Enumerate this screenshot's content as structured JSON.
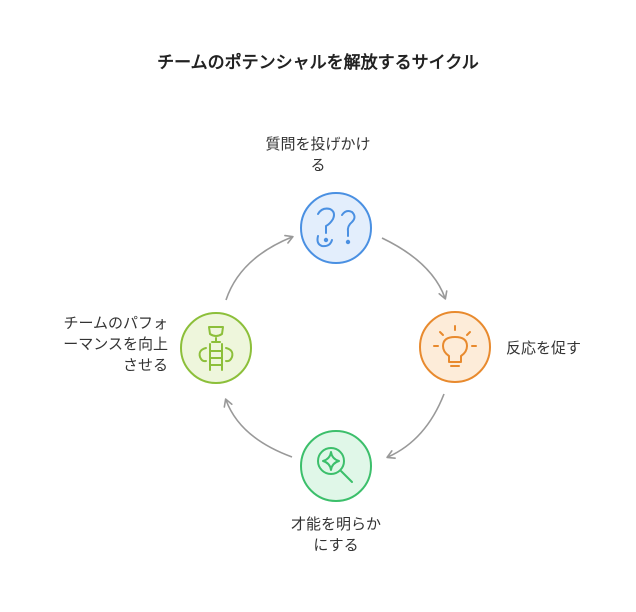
{
  "title": "チームのポテンシャルを解放するサイクル",
  "steps": [
    {
      "label_line1": "質問を投げかけ",
      "label_line2": "る",
      "icon": "question-icon",
      "color": "#4a90e2",
      "fill": "#e3eefc"
    },
    {
      "label_line1": "反応を促す",
      "icon": "lightbulb-icon",
      "color": "#e88a2e",
      "fill": "#fdecd9"
    },
    {
      "label_line1": "才能を明らか",
      "label_line2": "にする",
      "icon": "sparkle-search-icon",
      "color": "#3cbf6b",
      "fill": "#e0f7e8"
    },
    {
      "label_line1": "チームのパフォ",
      "label_line2": "ーマンスを向上",
      "label_line3": "させる",
      "icon": "trophy-ladder-icon",
      "color": "#8cbf3a",
      "fill": "#eef6dc"
    }
  ],
  "arrow_color": "#999999"
}
